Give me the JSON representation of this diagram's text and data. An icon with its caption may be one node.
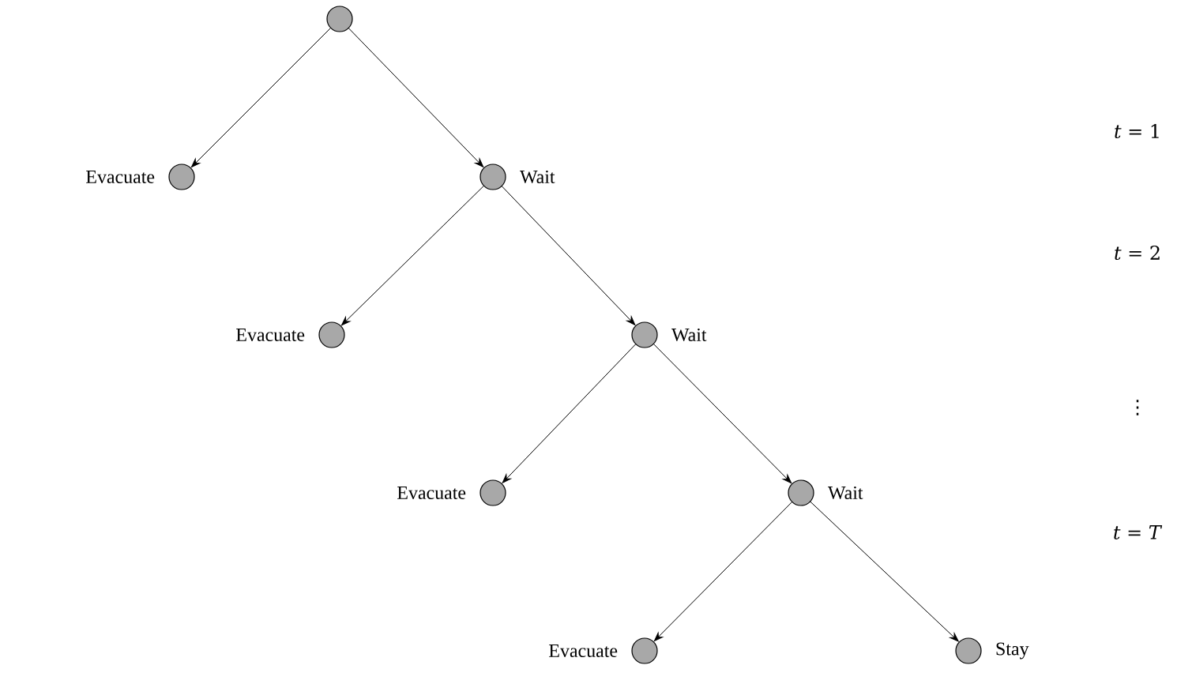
{
  "diagram": {
    "nodes": [
      {
        "text": [],
        "shape": "circle"
      },
      {
        "text": [],
        "shape": "circle",
        "beside": [
          "Evacuate"
        ]
      },
      {
        "text": [],
        "shape": "circle",
        "beside": [
          "Wait"
        ]
      },
      {
        "text": [],
        "shape": "circle",
        "beside": [
          "Evacuate"
        ]
      },
      {
        "text": [],
        "shape": "circle",
        "beside": [
          "Wait"
        ]
      },
      {
        "text": [],
        "shape": "circle",
        "beside": [
          "Evacuate"
        ]
      },
      {
        "text": [],
        "shape": "circle",
        "beside": [
          "Wait"
        ]
      },
      {
        "text": [],
        "shape": "circle",
        "beside": [
          "Evacuate"
        ]
      },
      {
        "text": [],
        "shape": "circle",
        "beside": [
          "Stay"
        ]
      }
    ],
    "edges": [
      {
        "from": 0,
        "to": 1,
        "arrow": "to"
      },
      {
        "from": 0,
        "to": 2,
        "arrow": "to"
      },
      {
        "from": 2,
        "to": 3,
        "arrow": "to"
      },
      {
        "from": 2,
        "to": 4,
        "arrow": "to"
      },
      {
        "from": 4,
        "to": 5,
        "arrow": "to"
      },
      {
        "from": 4,
        "to": 6,
        "arrow": "to"
      },
      {
        "from": 6,
        "to": 7,
        "arrow": "to"
      },
      {
        "from": 6,
        "to": 8,
        "arrow": "to"
      }
    ],
    "labels": [
      "*t* = 1",
      "*t* = 2",
      "⋮",
      "*t* = *T*"
    ]
  }
}
